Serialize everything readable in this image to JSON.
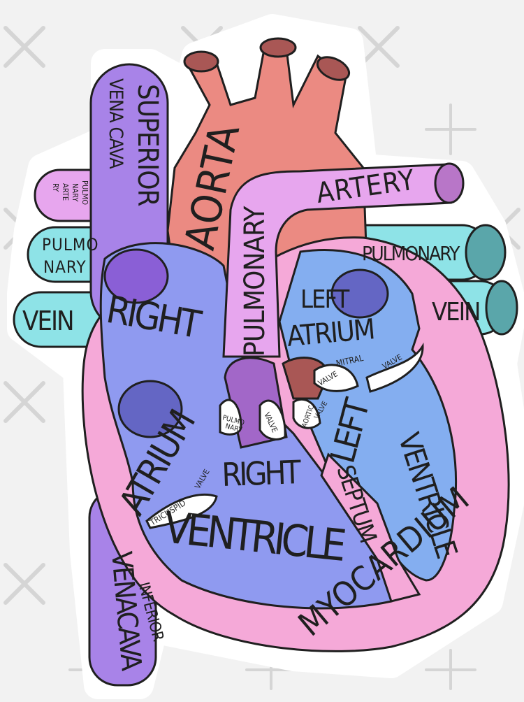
{
  "colors": {
    "background": "#f2f2f2",
    "sticker_border": "#ffffff",
    "outline": "#1f1f1f",
    "aorta": "#eb8a82",
    "aorta_dark": "#a95755",
    "pulmonary_artery": "#e7a6ee",
    "vena_cava": "#a883e8",
    "pulmonary_vein": "#8ee3e7",
    "pulmonary_vein_dark": "#5aa6aa",
    "right_heart": "#8f9af0",
    "left_heart": "#84aef0",
    "myocardium": "#f5a9d8",
    "valve": "#ffffff",
    "watermark": "#d2d2d2"
  },
  "labels": {
    "superior": "SUPERIOR",
    "vena_cava_top": "VENA CAVA",
    "aorta": "AORTA",
    "pulmonary": "PULMONARY",
    "artery": "ARTERY",
    "pulmo": "PULMO",
    "nary": "NARY",
    "arte": "ARTE",
    "ry": "RY",
    "pulmo_left": "PULMO",
    "nary_left": "NARY",
    "vein_left": "VEIN",
    "pulmonary_right": "PULMONARY",
    "vein_right": "VEIN",
    "left": "LEFT",
    "atrium": "ATRIUM",
    "right": "RIGHT",
    "atrium_right": "ATRIUM",
    "mitral": "MITRAL",
    "valve": "VALVE",
    "mitral_valve2": "VALVE",
    "aortic": "AORTIC",
    "aortic_valve": "VALVE",
    "pulmo_valve": "PULMO",
    "nary_valve": "NARY",
    "pulmonary_valve": "VALVE",
    "tricuspid": "TRICUSPID",
    "tricuspid_valve": "VALVE",
    "right_ventricle_1": "RIGHT",
    "right_ventricle_2": "VENTRICLE",
    "left_ventricle_1": "LEFT",
    "left_ventricle_2": "VENTRICLE",
    "septum": "SEPTUM",
    "myocardium": "MYOCARDIUM",
    "inferior": "INFERIOR",
    "vena_cava_bottom": "VENACAVA"
  }
}
